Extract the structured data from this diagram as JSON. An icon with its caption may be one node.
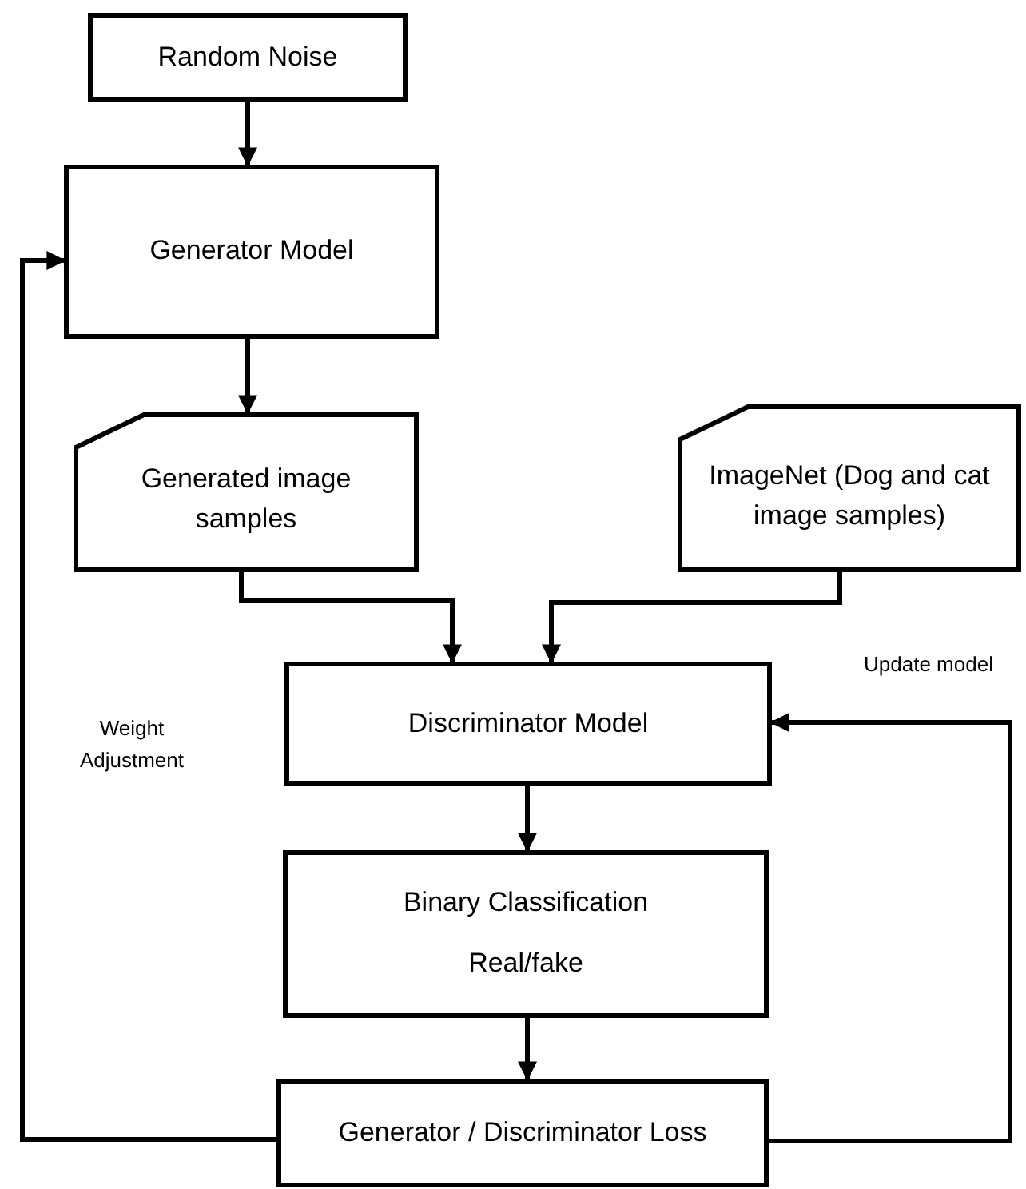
{
  "diagram": {
    "nodes": [
      {
        "text": [
          "Random Noise"
        ]
      },
      {
        "text": [
          "Generator Model"
        ]
      },
      {
        "text": [
          "Generated image samples"
        ]
      },
      {
        "text": [
          "ImageNet (Dog and cat image samples)"
        ]
      },
      {
        "text": [
          "Discriminator Model"
        ]
      },
      {
        "text": [
          "Binary Classification",
          "Real/fake"
        ]
      },
      {
        "text": [
          "Generator / Discriminator Loss"
        ]
      }
    ],
    "edges": [
      {
        "from": 0,
        "to": 1,
        "arrow": "to"
      },
      {
        "from": 1,
        "to": 2,
        "arrow": "to"
      },
      {
        "from": 2,
        "to": 4,
        "arrow": "to"
      },
      {
        "from": 3,
        "to": 4,
        "arrow": "to"
      },
      {
        "from": 4,
        "to": 5,
        "arrow": "to"
      },
      {
        "from": 5,
        "to": 6,
        "arrow": "to"
      },
      {
        "from": 6,
        "to": 1,
        "arrow": "to",
        "label": "Weight Adjustment"
      },
      {
        "from": 6,
        "to": 4,
        "arrow": "to",
        "label": "Update model"
      }
    ]
  }
}
